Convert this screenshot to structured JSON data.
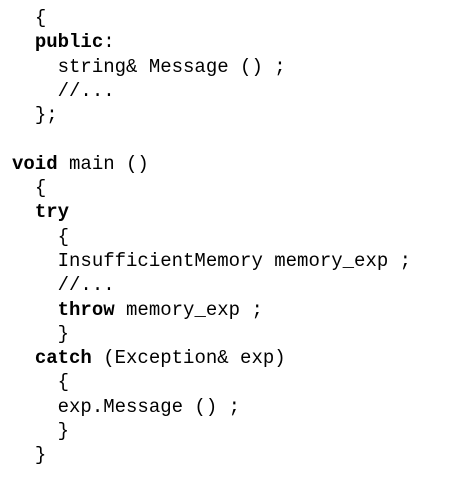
{
  "code": {
    "lines": [
      {
        "indent": "  ",
        "parts": [
          {
            "t": "{"
          }
        ]
      },
      {
        "indent": "  ",
        "parts": [
          {
            "t": "public",
            "kw": true
          },
          {
            "t": ":"
          }
        ]
      },
      {
        "indent": "    ",
        "parts": [
          {
            "t": "string& Message () ;"
          }
        ]
      },
      {
        "indent": "    ",
        "parts": [
          {
            "t": "//..."
          }
        ]
      },
      {
        "indent": "  ",
        "parts": [
          {
            "t": "};"
          }
        ]
      },
      {
        "indent": "",
        "parts": [
          {
            "t": ""
          }
        ]
      },
      {
        "indent": "",
        "parts": [
          {
            "t": "void",
            "kw": true
          },
          {
            "t": " main ()"
          }
        ]
      },
      {
        "indent": "  ",
        "parts": [
          {
            "t": "{"
          }
        ]
      },
      {
        "indent": "  ",
        "parts": [
          {
            "t": "try",
            "kw": true
          }
        ]
      },
      {
        "indent": "    ",
        "parts": [
          {
            "t": "{"
          }
        ]
      },
      {
        "indent": "    ",
        "parts": [
          {
            "t": "InsufficientMemory memory_exp ;"
          }
        ]
      },
      {
        "indent": "    ",
        "parts": [
          {
            "t": "//..."
          }
        ]
      },
      {
        "indent": "    ",
        "parts": [
          {
            "t": "throw",
            "kw": true
          },
          {
            "t": " memory_exp ;"
          }
        ]
      },
      {
        "indent": "    ",
        "parts": [
          {
            "t": "}"
          }
        ]
      },
      {
        "indent": "  ",
        "parts": [
          {
            "t": "catch",
            "kw": true
          },
          {
            "t": " (Exception& exp)"
          }
        ]
      },
      {
        "indent": "    ",
        "parts": [
          {
            "t": "{"
          }
        ]
      },
      {
        "indent": "    ",
        "parts": [
          {
            "t": "exp.Message () ;"
          }
        ]
      },
      {
        "indent": "    ",
        "parts": [
          {
            "t": "}"
          }
        ]
      },
      {
        "indent": "  ",
        "parts": [
          {
            "t": "}"
          }
        ]
      }
    ]
  }
}
